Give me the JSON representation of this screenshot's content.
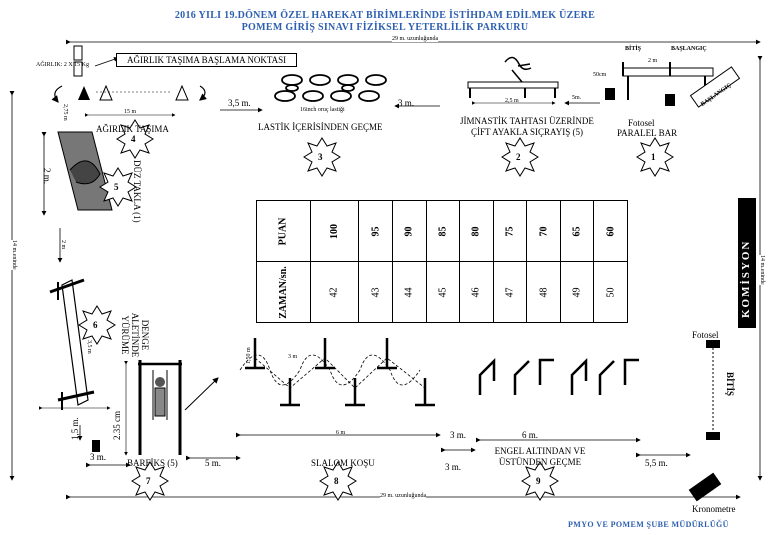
{
  "title": {
    "line1": "2016 YILI 19.DÖNEM ÖZEL HAREKAT BİRİMLERİNDE İSTİHDAM EDİLMEK ÜZERE",
    "line2": "POMEM GİRİŞ SINAVI FİZİKSEL YETERLİLİK PARKURU"
  },
  "footer": "PMYO VE POMEM ŞUBE MÜDÜRLÜĞÜ",
  "commission": "KOMİSYON",
  "dimensions": {
    "top_length": "29 m. uzunluğunda",
    "bottom_length": "29 m. uzunluğunda",
    "left_width": "14 m.eninde",
    "right_width": "14 m.eninde"
  },
  "stations": [
    {
      "number": "1",
      "label": "PARALEL BAR"
    },
    {
      "number": "2",
      "label": "JİMNASTİK TAHTASI ÜZERİNDE ÇİFT AYAKLA SIÇRAYIŞ (5)"
    },
    {
      "number": "3",
      "label": "LASTİK İÇERİSİNDEN GEÇME"
    },
    {
      "number": "4",
      "label": "AĞIRLIK TAŞIMA"
    },
    {
      "number": "5",
      "label": "DÜZ TAKLA (1)"
    },
    {
      "number": "6",
      "label": "DENGE ALETİNDE YÜRÜME"
    },
    {
      "number": "7",
      "label": "BARFİKS (5)"
    },
    {
      "number": "8",
      "label": "SLALOM KOŞU"
    },
    {
      "number": "9",
      "label": "ENGEL ALTINDAN VE ÜSTÜNDEN GEÇME"
    }
  ],
  "annotations": {
    "agirlik_tasima_baslama": "AĞIRLIK TAŞIMA BAŞLAMA NOKTASI",
    "agirlik_note": "AĞIRLIK: 2 X 15 Kg",
    "fotosel_top": "Fotosel",
    "fotosel_right": "Fotosel",
    "bitis_top": "BİTİŞ",
    "baslangic_top": "BAŞLANGIÇ",
    "baslangic_box": "BAŞLANGIÇ",
    "bitis_right": "BİTİŞ",
    "kronometre": "Kronometre",
    "lastik_note": "16inch oruç lastiği",
    "dist_3_5_left": "3,5 m.",
    "dist_3_top": "3 m.",
    "dist_5_top": "5m.",
    "dist_2_bar": "2 m",
    "dist_50cm": "50cm",
    "dist_2_5_jump": "2,5 m",
    "dist_2_takla": "2 m.",
    "dist_2_35": "2.35 cm",
    "dist_1_5": "1,5 m.",
    "dist_3_left_bottom": "3 m.",
    "dist_5_bottom": "5 m.",
    "dist_3_engel_a": "3 m.",
    "dist_3_engel_b": "3 m.",
    "dist_6_engel": "6 m.",
    "dist_5_5": "5,5 m.",
    "dist_2_75": "2,75 m",
    "dist_15m": "15 m",
    "dist_2m_left": "2 m",
    "dist_3m_slalom": "3 m",
    "dist_6m_slalom": "6 m",
    "dist_1_50": "1,50 m",
    "dist_3_5_denge": "3,5 m"
  },
  "score_table": {
    "row1_header": "PUAN",
    "row2_header": "ZAMAN/sn.",
    "points": [
      "100",
      "95",
      "90",
      "85",
      "80",
      "75",
      "70",
      "65",
      "60"
    ],
    "times": [
      "42",
      "43",
      "44",
      "45",
      "46",
      "47",
      "48",
      "49",
      "50"
    ]
  },
  "colors": {
    "title": "#2d5fb0",
    "ink": "#000000"
  }
}
